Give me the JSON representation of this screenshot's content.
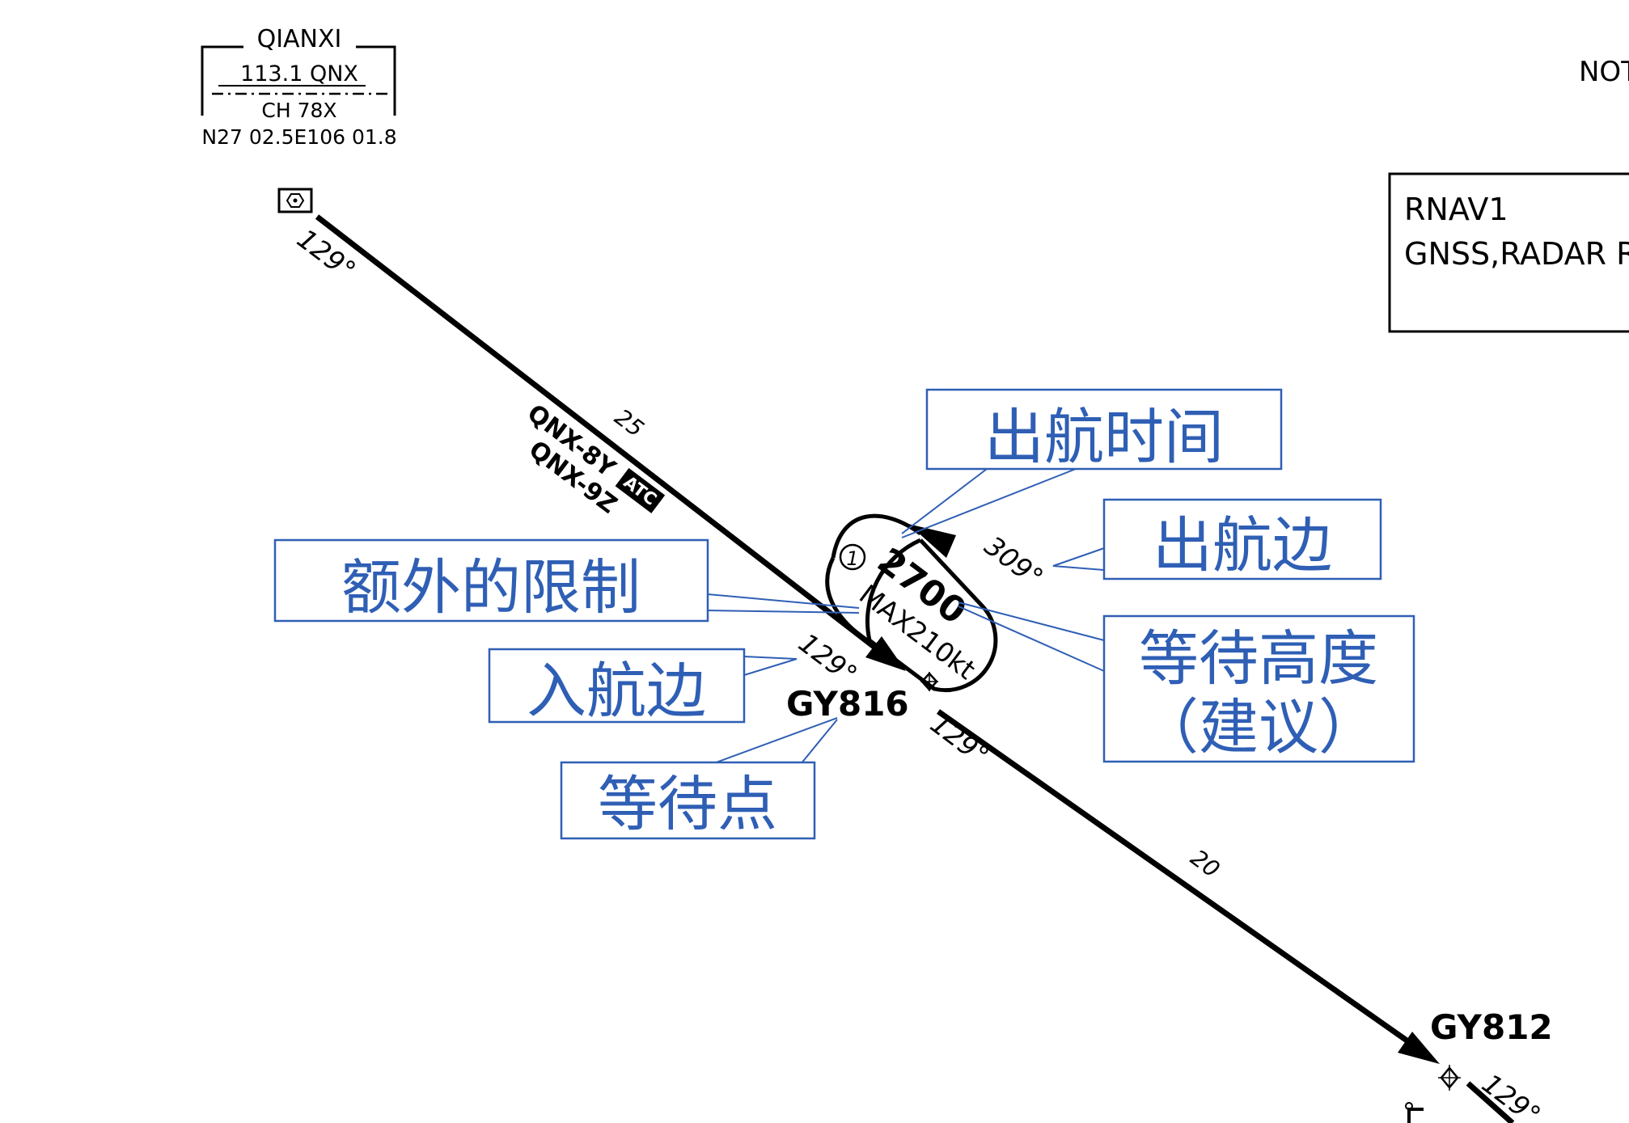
{
  "navaid": {
    "name": "QIANXI",
    "freq": "113.1 QNX",
    "channel": "CH 78X",
    "coords": "N27 02.5E106 01.8"
  },
  "note_fragment": "NOT",
  "nav_box": {
    "line1": "RNAV1",
    "line2": "GNSS,RADAR R"
  },
  "route": {
    "seg1_course": "129°",
    "seg1_distance": "25",
    "seg1_designator1": "QNX-8Y",
    "seg1_designator2": "QNX-9Z",
    "atc_badge": "ATC",
    "seg2_course": "129°",
    "seg2_distance": "20",
    "seg3_course": "129°"
  },
  "holding": {
    "fix": "GY816",
    "inbound_course": "129°",
    "outbound_course": "309°",
    "time_symbol": "1",
    "altitude": "2700",
    "speed_limit": "MAX210kt"
  },
  "fix2": {
    "name": "GY812"
  },
  "annotations": {
    "outbound_time": "出航时间",
    "outbound_leg": "出航边",
    "extra_restriction": "额外的限制",
    "holding_alt_line1": "等待高度",
    "holding_alt_line2": "（建议）",
    "inbound_leg": "入航边",
    "holding_fix": "等待点"
  }
}
